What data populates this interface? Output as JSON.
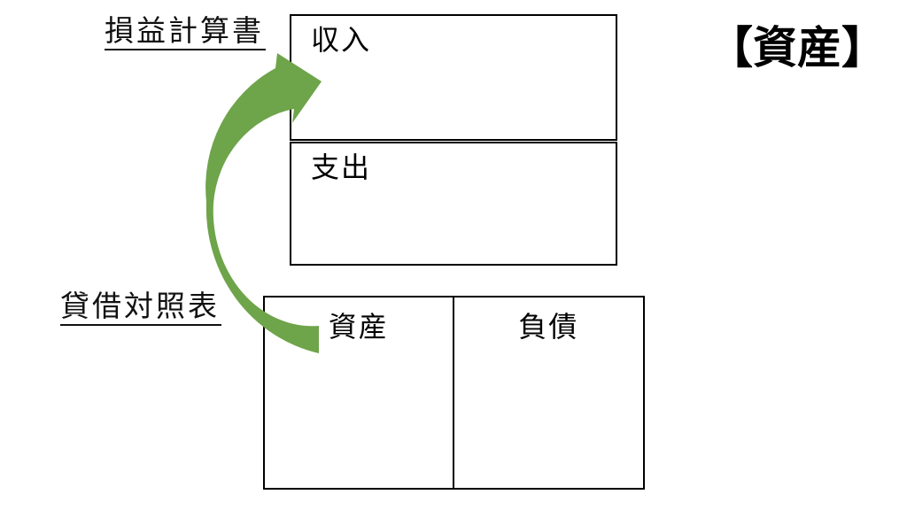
{
  "labels": {
    "income_statement": "損益計算書",
    "balance_sheet": "貸借対照表",
    "title": "【資産】"
  },
  "income_statement_box": {
    "revenue": "収入",
    "expense": "支出"
  },
  "balance_sheet_box": {
    "assets": "資産",
    "liabilities": "負債"
  },
  "arrow": {
    "color": "#6EA44A"
  },
  "colors": {
    "background": "#ffffff",
    "box_border": "#000000",
    "text": "#111111"
  }
}
